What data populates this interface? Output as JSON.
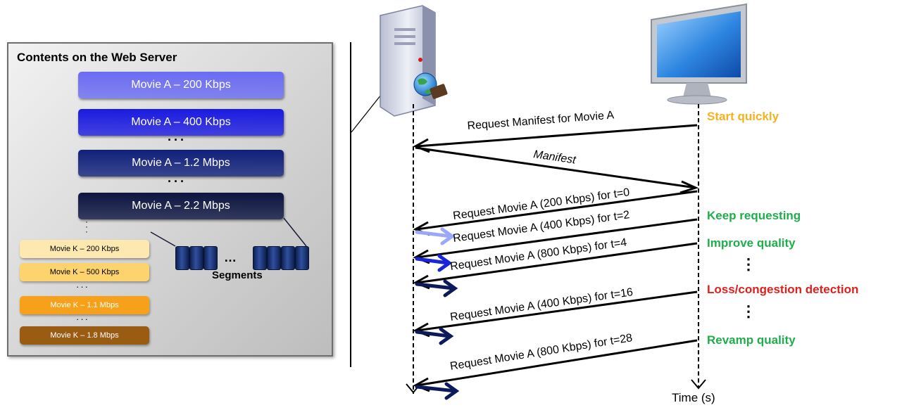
{
  "server_panel": {
    "title": "Contents on the Web Server",
    "movie_a_rates": [
      {
        "label": "Movie A – 200 Kbps",
        "color": "#6a6cf2"
      },
      {
        "label": "Movie A – 400 Kbps",
        "color": "#1a1ae0"
      },
      {
        "label": "Movie A – 1.2 Mbps",
        "color": "#10207a"
      },
      {
        "label": "Movie A – 2.2 Mbps",
        "color": "#0c1440"
      }
    ],
    "movie_k_rates": [
      {
        "label": "Movie K – 200 Kbps",
        "color": "#fde9b0"
      },
      {
        "label": "Movie K – 500 Kbps",
        "color": "#fcd36c"
      },
      {
        "label": "Movie K – 1.1 Mbps",
        "color": "#f7a11a"
      },
      {
        "label": "Movie K – 1.8 Mbps",
        "color": "#9a5c12"
      }
    ],
    "ellipsis": "···",
    "segments_ellipsis": "…",
    "segments_label": "Segments"
  },
  "messages": [
    {
      "label": "Request Manifest for Movie A",
      "direction": "to-server"
    },
    {
      "label": "Manifest",
      "direction": "to-client"
    },
    {
      "label": "Request Movie A (200 Kbps) for t=0",
      "direction": "to-server"
    },
    {
      "label": "Request Movie A (400 Kbps) for t=2",
      "direction": "to-server"
    },
    {
      "label": "Request Movie A (800 Kbps) for t=4",
      "direction": "to-server"
    },
    {
      "label": "Request Movie A (400 Kbps) for t=16",
      "direction": "to-server"
    },
    {
      "label": "Request Movie A (800 Kbps) for t=28",
      "direction": "to-server"
    }
  ],
  "status_labels": [
    {
      "label": "Start quickly",
      "color": "#f5b21f"
    },
    {
      "label": "Keep requesting",
      "color": "#1fae4b"
    },
    {
      "label": "Improve quality",
      "color": "#1fae4b"
    },
    {
      "label": "Loss/congestion detection",
      "color": "#e0201c"
    },
    {
      "label": "Revamp quality",
      "color": "#1fae4b"
    }
  ],
  "vertical_ellipsis": "⋮",
  "time_axis_label": "Time (s)"
}
